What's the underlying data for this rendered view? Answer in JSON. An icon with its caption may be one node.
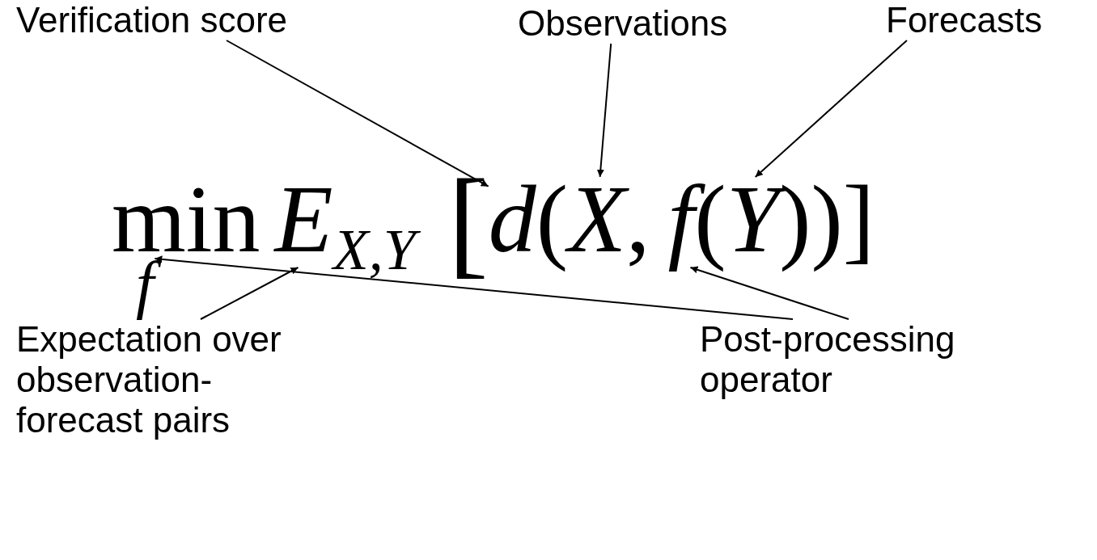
{
  "diagram": {
    "nodes": [
      {
        "text": [
          "Verification score"
        ]
      },
      {
        "text": [
          "Observations"
        ]
      },
      {
        "text": [
          "Forecasts"
        ]
      },
      {
        "text": [
          "f"
        ]
      },
      {
        "text": [
          "E"
        ]
      },
      {
        "text": [
          "d"
        ]
      },
      {
        "text": [
          "X"
        ]
      },
      {
        "text": [
          "f"
        ]
      },
      {
        "text": [
          "Y"
        ]
      },
      {
        "text": [
          "Expectation over observation-forecast pairs"
        ]
      },
      {
        "text": [
          "Post-processing operator"
        ]
      }
    ],
    "edges": [
      {
        "from": 0,
        "to": 5,
        "arrow": "to"
      },
      {
        "from": 1,
        "to": 6,
        "arrow": "to"
      },
      {
        "from": 2,
        "to": 8,
        "arrow": "to"
      },
      {
        "from": 9,
        "to": 4,
        "arrow": "to"
      },
      {
        "from": 10,
        "to": 3,
        "arrow": "to"
      },
      {
        "from": 10,
        "to": 7,
        "arrow": "to"
      }
    ],
    "labels": [
      "min",
      "X,Y",
      "[",
      "(",
      ",",
      "(",
      "))]"
    ]
  }
}
